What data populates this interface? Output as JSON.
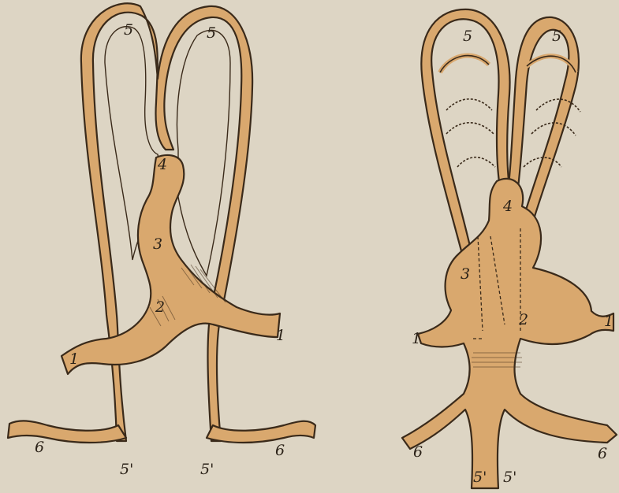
{
  "figure": {
    "left_panel": {
      "labels": {
        "l5_left": "5",
        "l5_right": "5",
        "l4": "4",
        "l3": "3",
        "l2": "2",
        "l1_left": "1",
        "l1_right": "1",
        "l6_left": "6",
        "l6_right": "6",
        "l5p_left": "5'",
        "l5p_right": "5'"
      }
    },
    "right_panel": {
      "labels": {
        "l5_left": "5",
        "l5_right": "5",
        "l4": "4",
        "l3": "3",
        "l2": "2",
        "l1_left": "1",
        "l1_right": "1",
        "l6_left": "6",
        "l6_right": "6",
        "l5p_left": "5'",
        "l5s": "5'"
      }
    },
    "colors": {
      "paper": "#ddd5c4",
      "vessel_fill": "#d9a86e",
      "outline": "#3a2a1a"
    }
  }
}
